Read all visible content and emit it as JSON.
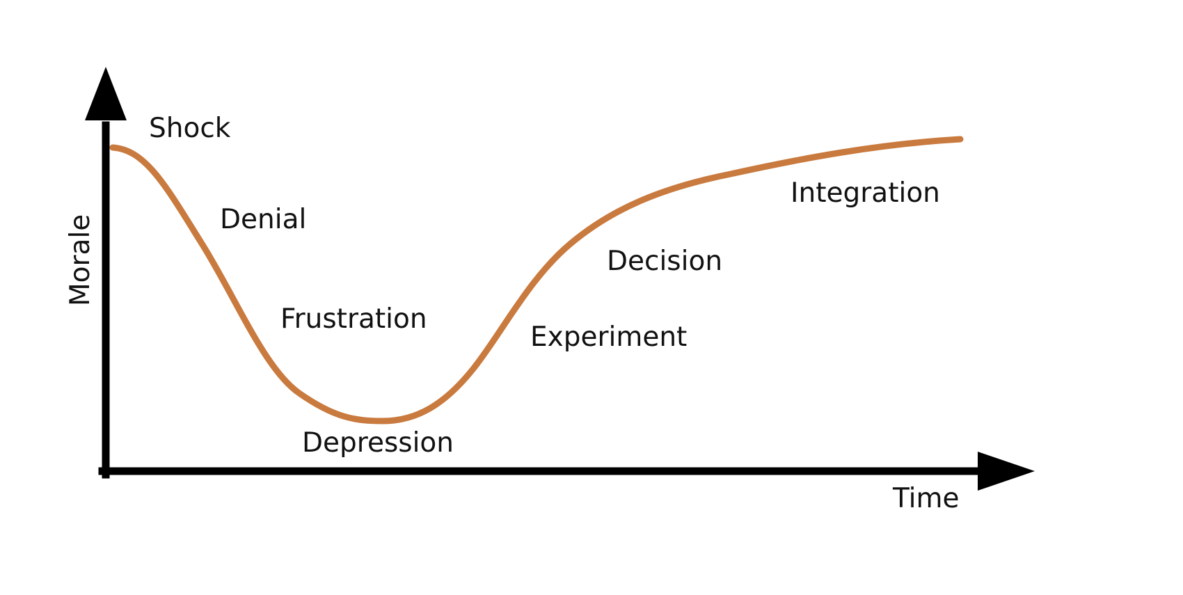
{
  "diagram": {
    "y_axis_label": "Morale",
    "x_axis_label": "Time",
    "curve_color": "#C97A3E",
    "axis_color": "#000000",
    "stages": [
      {
        "id": "shock",
        "label": "Shock"
      },
      {
        "id": "denial",
        "label": "Denial"
      },
      {
        "id": "frustration",
        "label": "Frustration"
      },
      {
        "id": "depression",
        "label": "Depression"
      },
      {
        "id": "experiment",
        "label": "Experiment"
      },
      {
        "id": "decision",
        "label": "Decision"
      },
      {
        "id": "integration",
        "label": "Integration"
      }
    ]
  }
}
